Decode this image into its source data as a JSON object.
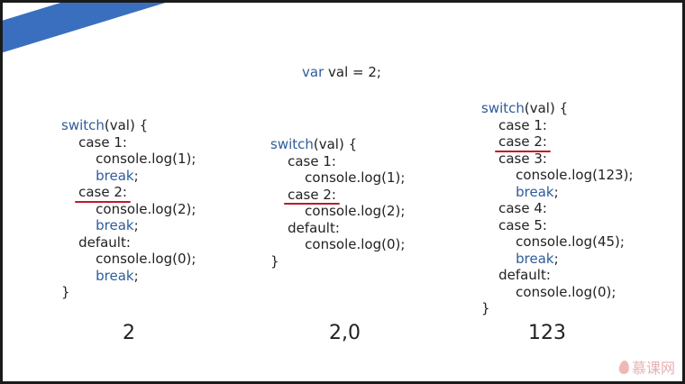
{
  "slide": {
    "title": "switch",
    "declaration": {
      "keyword": "var",
      "rest": " val = 2;"
    },
    "examples": [
      {
        "lines": [
          {
            "indent": "",
            "kw": "switch",
            "text": "(val) {",
            "hl": false
          },
          {
            "indent": "    ",
            "kw": "",
            "text": "case 1:",
            "hl": false
          },
          {
            "indent": "        ",
            "kw": "",
            "text": "console.log(1);",
            "hl": false
          },
          {
            "indent": "        ",
            "kw": "break",
            "text": ";",
            "hl": false
          },
          {
            "indent": "    ",
            "kw": "",
            "text": "case 2:",
            "hl": true
          },
          {
            "indent": "        ",
            "kw": "",
            "text": "console.log(2);",
            "hl": false
          },
          {
            "indent": "        ",
            "kw": "break",
            "text": ";",
            "hl": false
          },
          {
            "indent": "    ",
            "kw": "",
            "text": "default:",
            "hl": false
          },
          {
            "indent": "        ",
            "kw": "",
            "text": "console.log(0);",
            "hl": false
          },
          {
            "indent": "        ",
            "kw": "break",
            "text": ";",
            "hl": false
          },
          {
            "indent": "",
            "kw": "",
            "text": "}",
            "hl": false
          }
        ],
        "result": "2"
      },
      {
        "lines": [
          {
            "indent": "",
            "kw": "switch",
            "text": "(val) {",
            "hl": false
          },
          {
            "indent": "    ",
            "kw": "",
            "text": "case 1:",
            "hl": false
          },
          {
            "indent": "        ",
            "kw": "",
            "text": "console.log(1);",
            "hl": false
          },
          {
            "indent": "    ",
            "kw": "",
            "text": "case 2:",
            "hl": true
          },
          {
            "indent": "        ",
            "kw": "",
            "text": "console.log(2);",
            "hl": false
          },
          {
            "indent": "    ",
            "kw": "",
            "text": "default:",
            "hl": false
          },
          {
            "indent": "        ",
            "kw": "",
            "text": "console.log(0);",
            "hl": false
          },
          {
            "indent": "",
            "kw": "",
            "text": "}",
            "hl": false
          }
        ],
        "result": "2,0"
      },
      {
        "lines": [
          {
            "indent": "",
            "kw": "switch",
            "text": "(val) {",
            "hl": false
          },
          {
            "indent": "    ",
            "kw": "",
            "text": "case 1:",
            "hl": false
          },
          {
            "indent": "    ",
            "kw": "",
            "text": "case 2:",
            "hl": true
          },
          {
            "indent": "    ",
            "kw": "",
            "text": "case 3:",
            "hl": false
          },
          {
            "indent": "        ",
            "kw": "",
            "text": "console.log(123);",
            "hl": false
          },
          {
            "indent": "        ",
            "kw": "break",
            "text": ";",
            "hl": false
          },
          {
            "indent": "    ",
            "kw": "",
            "text": "case 4:",
            "hl": false
          },
          {
            "indent": "    ",
            "kw": "",
            "text": "case 5:",
            "hl": false
          },
          {
            "indent": "        ",
            "kw": "",
            "text": "console.log(45);",
            "hl": false
          },
          {
            "indent": "        ",
            "kw": "break",
            "text": ";",
            "hl": false
          },
          {
            "indent": "    ",
            "kw": "",
            "text": "default:",
            "hl": false
          },
          {
            "indent": "        ",
            "kw": "",
            "text": "console.log(0);",
            "hl": false
          },
          {
            "indent": "",
            "kw": "",
            "text": "}",
            "hl": false
          }
        ],
        "result": "123"
      }
    ]
  },
  "watermark": {
    "text": "慕课网",
    "icon": "flame-logo-icon"
  },
  "colors": {
    "ribbon": "#3a6fc0",
    "keyword": "#2e5c9a",
    "highlight_underline": "#c0182a",
    "text": "#222222",
    "watermark": "#e8b0b0"
  }
}
